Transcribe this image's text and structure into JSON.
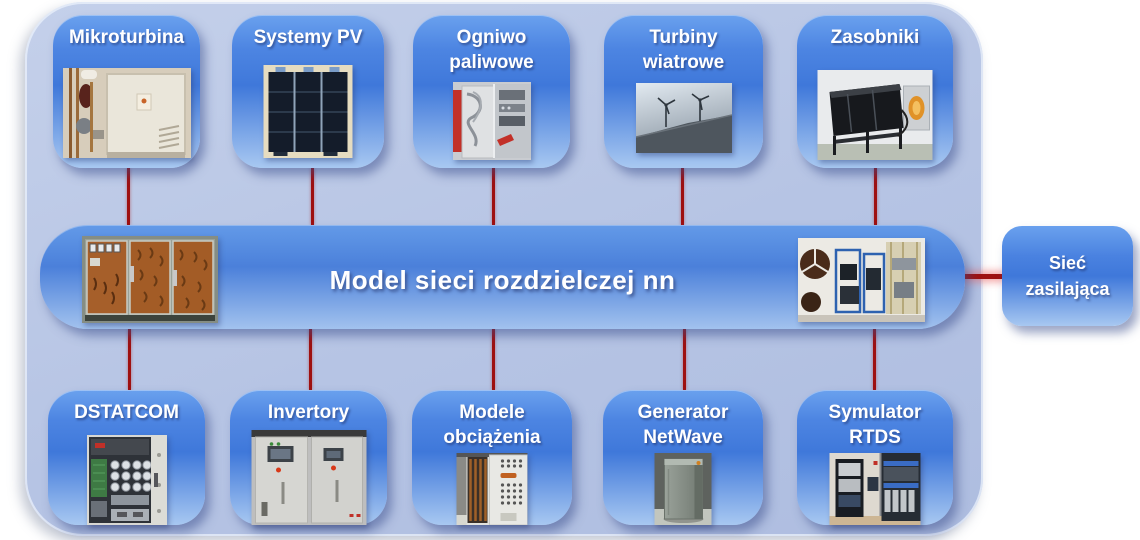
{
  "diagram": {
    "center_bar": {
      "title": "Model sieci rozdzielczej nn",
      "left_photo": "lv-switchgear-panels-photo",
      "right_photo": "lab-racks-photo"
    },
    "grid_box": {
      "label": "Sieć zasilająca"
    },
    "top_row": [
      {
        "label": "Mikroturbina",
        "photo": "microturbine-photo"
      },
      {
        "label": "Systemy PV",
        "photo": "pv-panels-photo"
      },
      {
        "label": "Ogniwo paliwowe",
        "photo": "fuel-cell-photo"
      },
      {
        "label": "Turbiny wiatrowe",
        "photo": "wind-turbines-photo"
      },
      {
        "label": "Zasobniki",
        "photo": "energy-storage-photo"
      }
    ],
    "bottom_row": [
      {
        "label": "DSTATCOM",
        "photo": "dstatcom-cabinet-photo"
      },
      {
        "label": "Invertory",
        "photo": "inverter-cabinets-photo"
      },
      {
        "label": "Modele obciążenia",
        "photo": "load-model-cabinet-photo"
      },
      {
        "label": "Generator NetWave",
        "photo": "netwave-generator-photo"
      },
      {
        "label": "Symulator RTDS",
        "photo": "rtds-simulator-photo"
      }
    ],
    "colors": {
      "container": "#b6c4e4",
      "node_gradient_top": "#6aa1ee",
      "node_gradient_mid": "#3f78da",
      "node_gradient_bottom": "#a8c8f1",
      "connector": "#9e1010",
      "label_text": "#ffffff"
    }
  }
}
